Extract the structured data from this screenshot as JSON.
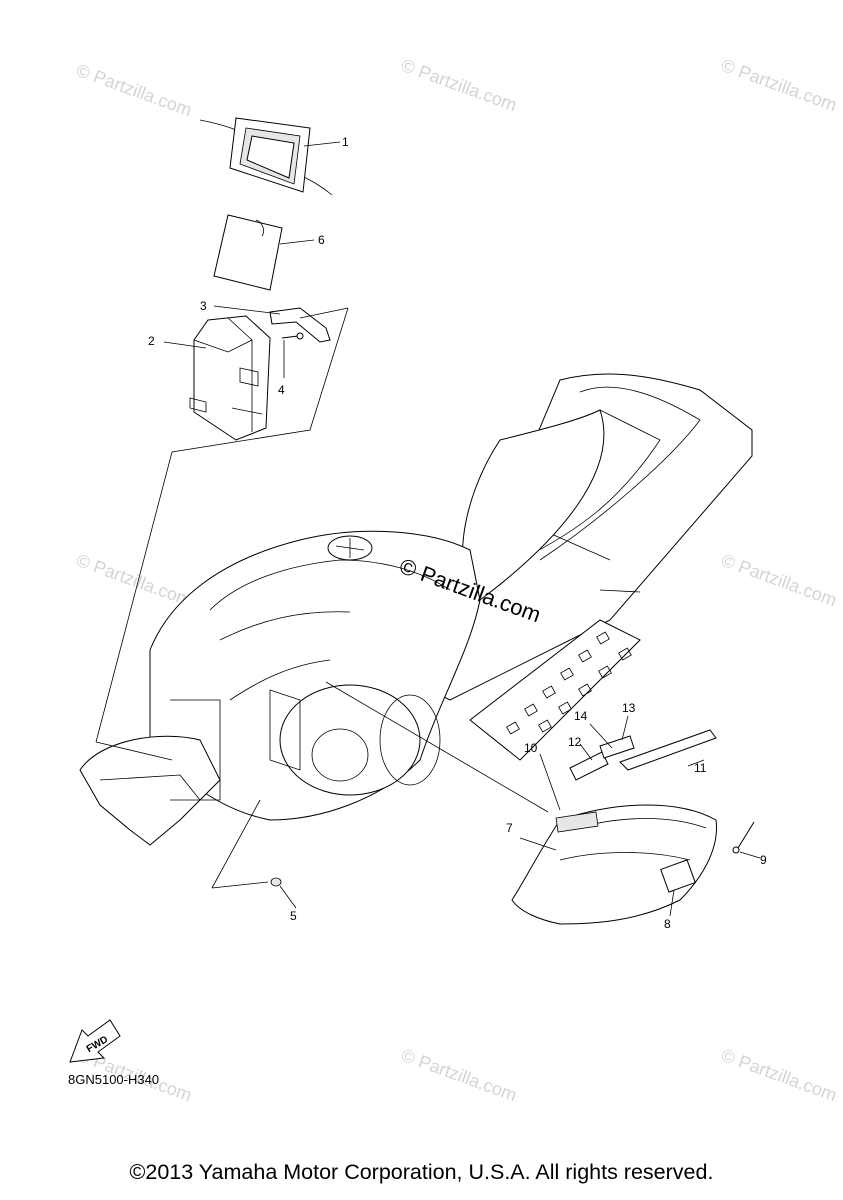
{
  "diagram_code": "8GN5100-H340",
  "copyright": "©2013 Yamaha Motor Corporation, U.S.A. All rights reserved.",
  "watermark_text": "© Partzilla.com",
  "fwd_label": "FWD",
  "callouts": [
    "1",
    "2",
    "3",
    "4",
    "5",
    "6",
    "7",
    "8",
    "9",
    "10",
    "11",
    "12",
    "13",
    "14"
  ]
}
